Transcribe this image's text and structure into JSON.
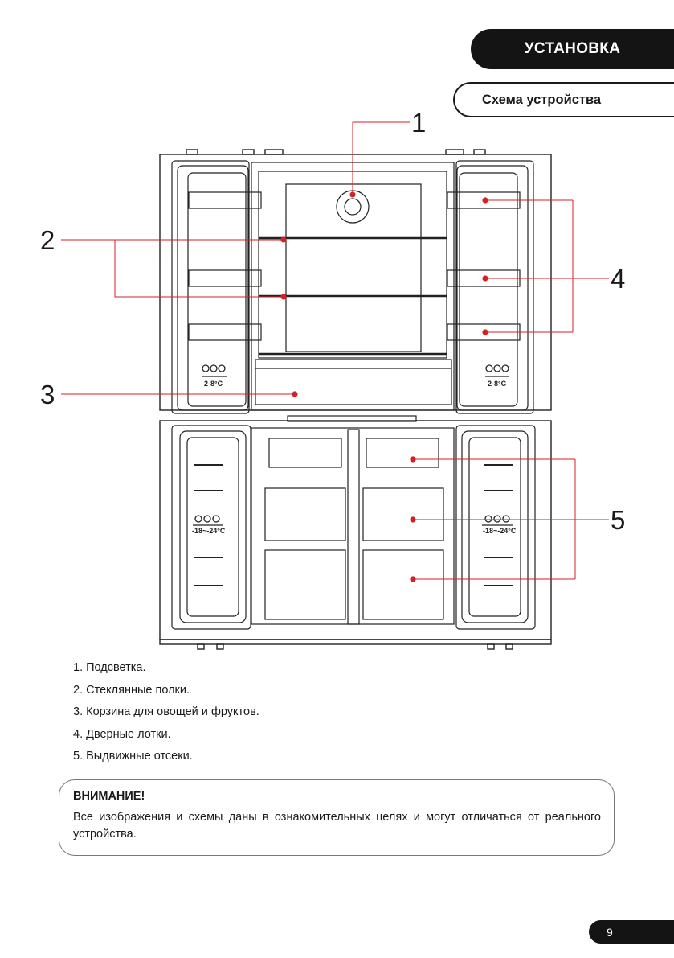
{
  "header": {
    "section": "УСТАНОВКА",
    "subsection": "Схема устройства"
  },
  "diagram": {
    "callouts": [
      "1",
      "2",
      "3",
      "4",
      "5"
    ],
    "fridge_temp": "2-8°C",
    "freezer_temp": "-18~-24°C"
  },
  "legend": [
    "1. Подсветка.",
    "2. Стеклянные полки.",
    "3. Корзина для овощей и фруктов.",
    "4. Дверные лотки.",
    "5. Выдвижные отсеки."
  ],
  "notice": {
    "title": "ВНИМАНИЕ!",
    "text": "Все изображения и схемы даны в ознакомительных целях и могут отличаться от ре­ального устройства."
  },
  "page_number": "9",
  "colors": {
    "callout": "#d81f26",
    "dark": "#141414"
  }
}
